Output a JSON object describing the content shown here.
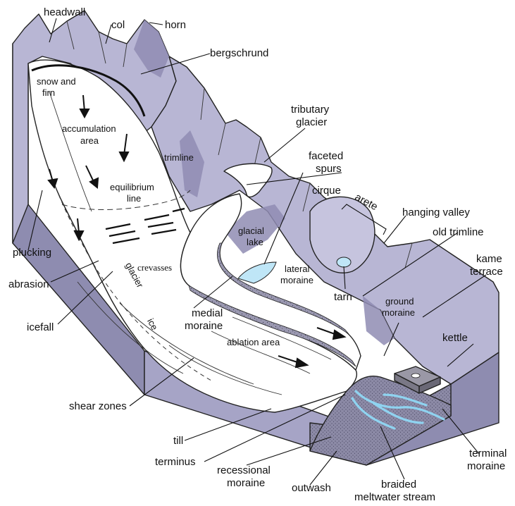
{
  "colors": {
    "mountain": "#b8b6d4",
    "mountain_dark": "#8f8cb3",
    "block_side": "#8e8cb0",
    "block_front": "#a6a4c6",
    "ice": "#ffffff",
    "water": "#bfe6f7",
    "stream": "#8fd3f0",
    "moraine": "#9a98b0",
    "outwash": "#8c8aa6",
    "ink": "#111111"
  },
  "labels": {
    "headwall": "headwall",
    "col": "col",
    "horn": "horn",
    "bergschrund": "bergschrund",
    "snow_and_firn_1": "snow and",
    "snow_and_firn_2": "firn",
    "accumulation_area_1": "accumulation",
    "accumulation_area_2": "area",
    "tributary_glacier_1": "tributary",
    "tributary_glacier_2": "glacier",
    "faceted_spurs_1": "faceted",
    "faceted_spurs_2": "spurs",
    "trimline": "trimline",
    "equilibrium_line_1": "equilibrium",
    "equilibrium_line_2": "line",
    "cirque": "cirque",
    "arete": "arete",
    "hanging_valley": "hanging valley",
    "old_trimline": "old trimline",
    "glacial_lake_1": "glacial",
    "glacial_lake_2": "lake",
    "plucking": "plucking",
    "crevasses": "crevasses",
    "abrasion": "abrasion",
    "glacier": "glacier",
    "kame_terrace_1": "kame",
    "kame_terrace_2": "terrace",
    "lateral_moraine_1": "lateral",
    "lateral_moraine_2": "moraine",
    "tarn": "tarn",
    "ground_moraine_1": "ground",
    "ground_moraine_2": "moraine",
    "icefall": "icefall",
    "medial_moraine_1": "medial",
    "medial_moraine_2": "moraine",
    "ice": "ice",
    "kettle": "kettle",
    "ablation_area": "ablation area",
    "shear_zones": "shear zones",
    "till": "till",
    "terminus": "terminus",
    "recessional_moraine_1": "recessional",
    "recessional_moraine_2": "moraine",
    "outwash": "outwash",
    "braided_meltwater_stream_1": "braided",
    "braided_meltwater_stream_2": "meltwater stream",
    "terminal_moraine_1": "terminal",
    "terminal_moraine_2": "moraine"
  }
}
